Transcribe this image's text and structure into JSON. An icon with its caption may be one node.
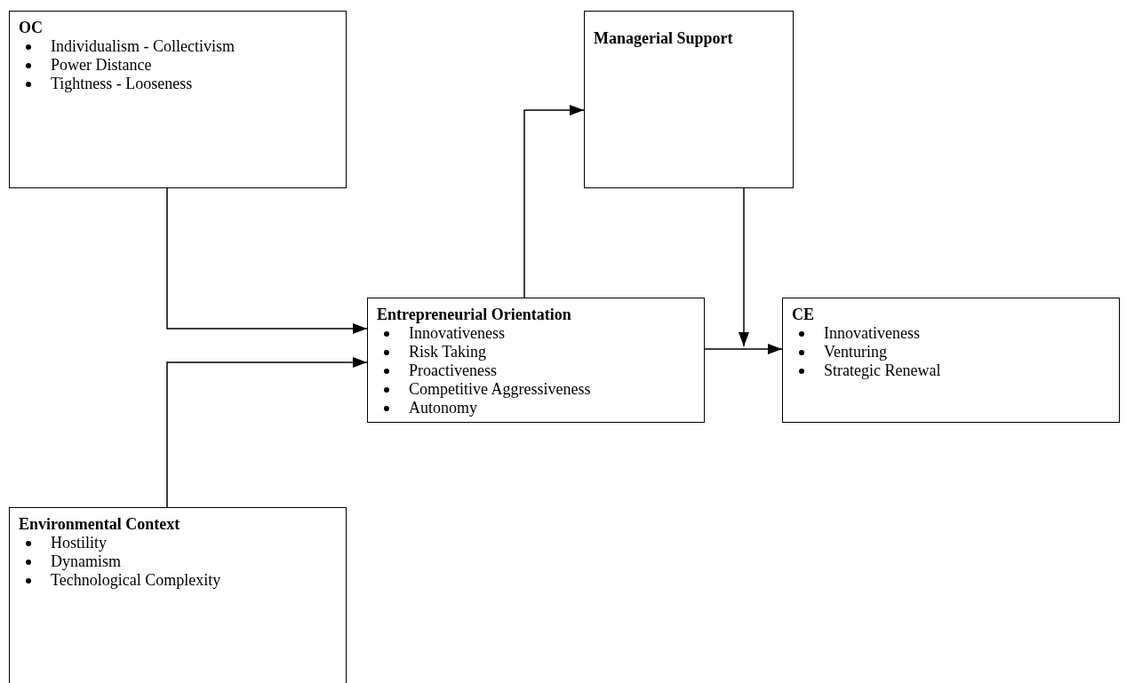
{
  "diagram": {
    "nodes": [
      {
        "text": [
          "OC",
          "Individualism - Collectivism",
          "Power Distance",
          "Tightness - Looseness"
        ]
      },
      {
        "text": [
          "Managerial Support"
        ]
      },
      {
        "text": [
          "Entrepreneurial Orientation",
          "Innovativeness",
          "Risk Taking",
          "Proactiveness",
          "Competitive Aggressiveness",
          "Autonomy"
        ]
      },
      {
        "text": [
          "CE",
          "Innovativeness",
          "Venturing",
          "Strategic Renewal"
        ]
      },
      {
        "text": [
          "Environmental Context",
          "Hostility",
          "Dynamism",
          "Technological Complexity"
        ]
      }
    ],
    "edges": [
      {
        "from": 0,
        "to": 2,
        "arrow": "to"
      },
      {
        "from": 4,
        "to": 2,
        "arrow": "to"
      },
      {
        "from": 2,
        "to": 1,
        "arrow": "to"
      },
      {
        "from": 2,
        "to": 3,
        "arrow": "to"
      },
      {
        "from": 1,
        "to": null,
        "arrow": "to"
      }
    ]
  }
}
